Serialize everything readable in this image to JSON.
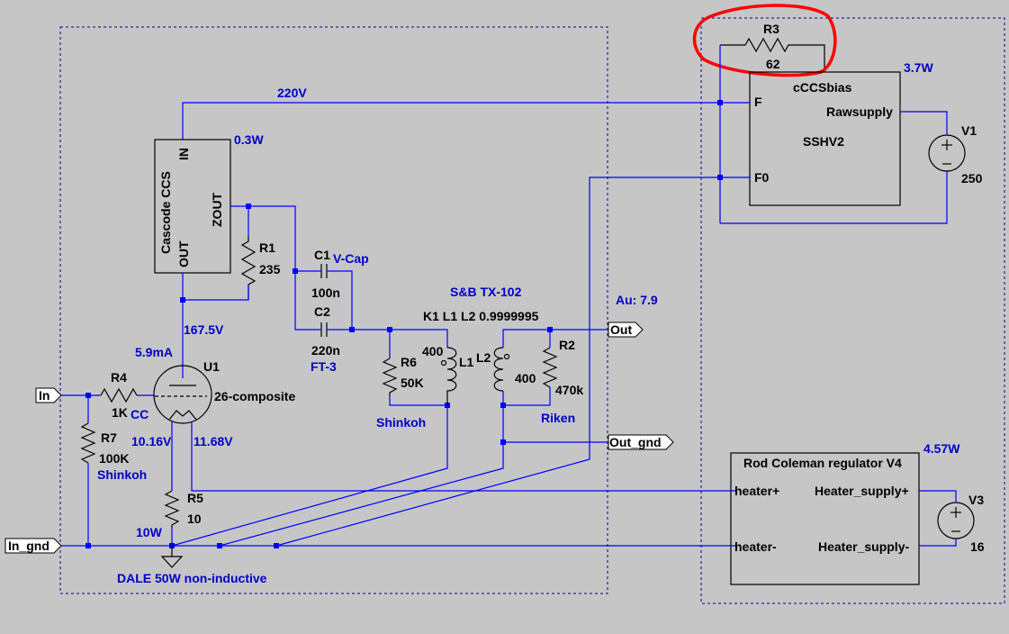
{
  "labels": {
    "r3_name": "R3",
    "r3_value": "62",
    "ccsbias_name": "cCCSbias",
    "ccsbias_value": "SSHV2",
    "ccsbias_power": "3.7W",
    "pin_f": "F",
    "pin_f0": "F0",
    "pin_rawsupply": "Rawsupply",
    "v1_name": "V1",
    "v1_value": "250",
    "node_220v": "220V",
    "cascode_power": "0.3W",
    "cascode_name": "Cascode CCS",
    "pin_in": "IN",
    "pin_zout": "ZOUT",
    "pin_out": "OUT",
    "r1_name": "R1",
    "r1_value": "235",
    "c1_name": "C1",
    "c1_type": "V-Cap",
    "c1_value": "100n",
    "c2_name": "C2",
    "c2_value": "220n",
    "c2_type": "FT-3",
    "xfmr_name": "S&B TX-102",
    "coupling": "K1 L1 L2 0.9999995",
    "gain": "Au: 7.9",
    "out_label": "Out",
    "out_gnd_label": "Out_gnd",
    "node_167": "167.5V",
    "current": "5.9mA",
    "u1_name": "U1",
    "u1_value": "26-composite",
    "r6_name": "R6",
    "r6_value": "50K",
    "l1_value": "400",
    "l1_name": "L1",
    "l2_name": "L2",
    "l2_value": "400",
    "r2_name": "R2",
    "r2_value": "470k",
    "shinkoh_r6": "Shinkoh",
    "riken": "Riken",
    "in_label": "In",
    "r4_name": "R4",
    "r4_value": "1K",
    "r4_type": "CC",
    "r7_name": "R7",
    "r7_value": "100K",
    "shinkoh_r7": "Shinkoh",
    "v_grid": "10.16V",
    "v_heater": "11.68V",
    "r5_name": "R5",
    "r5_value": "10",
    "r5_power": "10W",
    "in_gnd_label": "In_gnd",
    "r5_type": "DALE 50W non-inductive",
    "reg_name": "Rod Coleman regulator V4",
    "reg_power": "4.57W",
    "pin_heater_plus": "heater+",
    "pin_heater_minus": "heater-",
    "pin_hs_plus": "Heater_supply+",
    "pin_hs_minus": "Heater_supply-",
    "v3_name": "V3",
    "v3_value": "16"
  },
  "colors": {
    "background": "#c6c6c6",
    "wire": "#0000ff",
    "component": "#000000",
    "label_blue": "#0000c8",
    "highlight": "#ff0000"
  }
}
